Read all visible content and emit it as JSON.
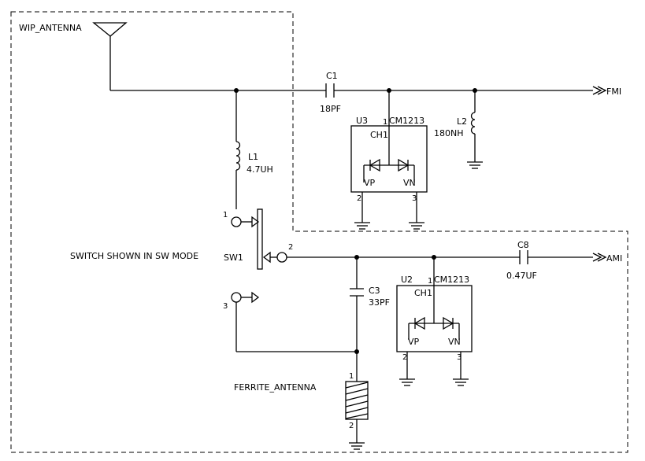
{
  "nets": {
    "antenna_label": "WIP_ANTENNA",
    "fmi_label": "FMI",
    "ami_label": "AMI",
    "ferrite_label": "FERRITE_ANTENNA",
    "switch_note": "SWITCH SHOWN IN SW MODE"
  },
  "components": {
    "c1": {
      "ref": "C1",
      "value": "18PF"
    },
    "l1": {
      "ref": "L1",
      "value": "4.7UH"
    },
    "l2": {
      "ref": "L2",
      "value": "180NH"
    },
    "c3": {
      "ref": "C3",
      "value": "33PF"
    },
    "c8": {
      "ref": "C8",
      "value": "0.47UF"
    },
    "sw1": {
      "ref": "SW1",
      "pin1": "1",
      "pin2": "2",
      "pin3": "3"
    },
    "u3": {
      "ref": "U3",
      "part": "CM1213",
      "pin1": "1",
      "ch": "CH1",
      "vp": "VP",
      "vn": "VN",
      "pin2": "2",
      "pin3": "3"
    },
    "u2": {
      "ref": "U2",
      "part": "CM1213",
      "pin1": "1",
      "ch": "CH1",
      "vp": "VP",
      "vn": "VN",
      "pin2": "2",
      "pin3": "3"
    },
    "ferrite": {
      "pin1": "1",
      "pin2": "2"
    }
  }
}
